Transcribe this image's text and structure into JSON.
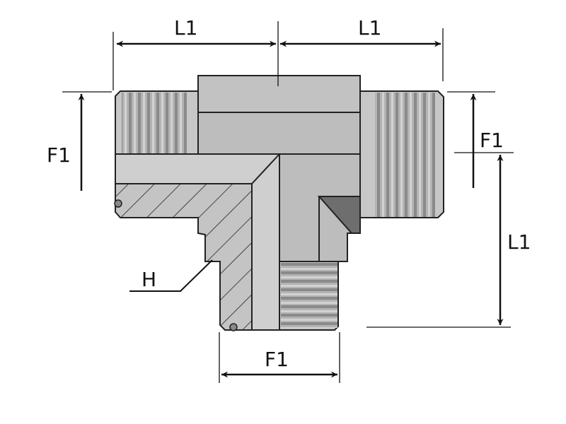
{
  "diagram": {
    "labels": {
      "top_left_length": "L1",
      "top_right_length": "L1",
      "left_thread": "F1",
      "right_thread": "F1",
      "right_length": "L1",
      "bottom_thread": "F1",
      "hex": "H"
    },
    "colors": {
      "body": "#bdbdbd",
      "body_light": "#cfcfcf",
      "thread": "#a8a8a8",
      "shadow": "#6e6e6e",
      "line": "#111111"
    }
  }
}
